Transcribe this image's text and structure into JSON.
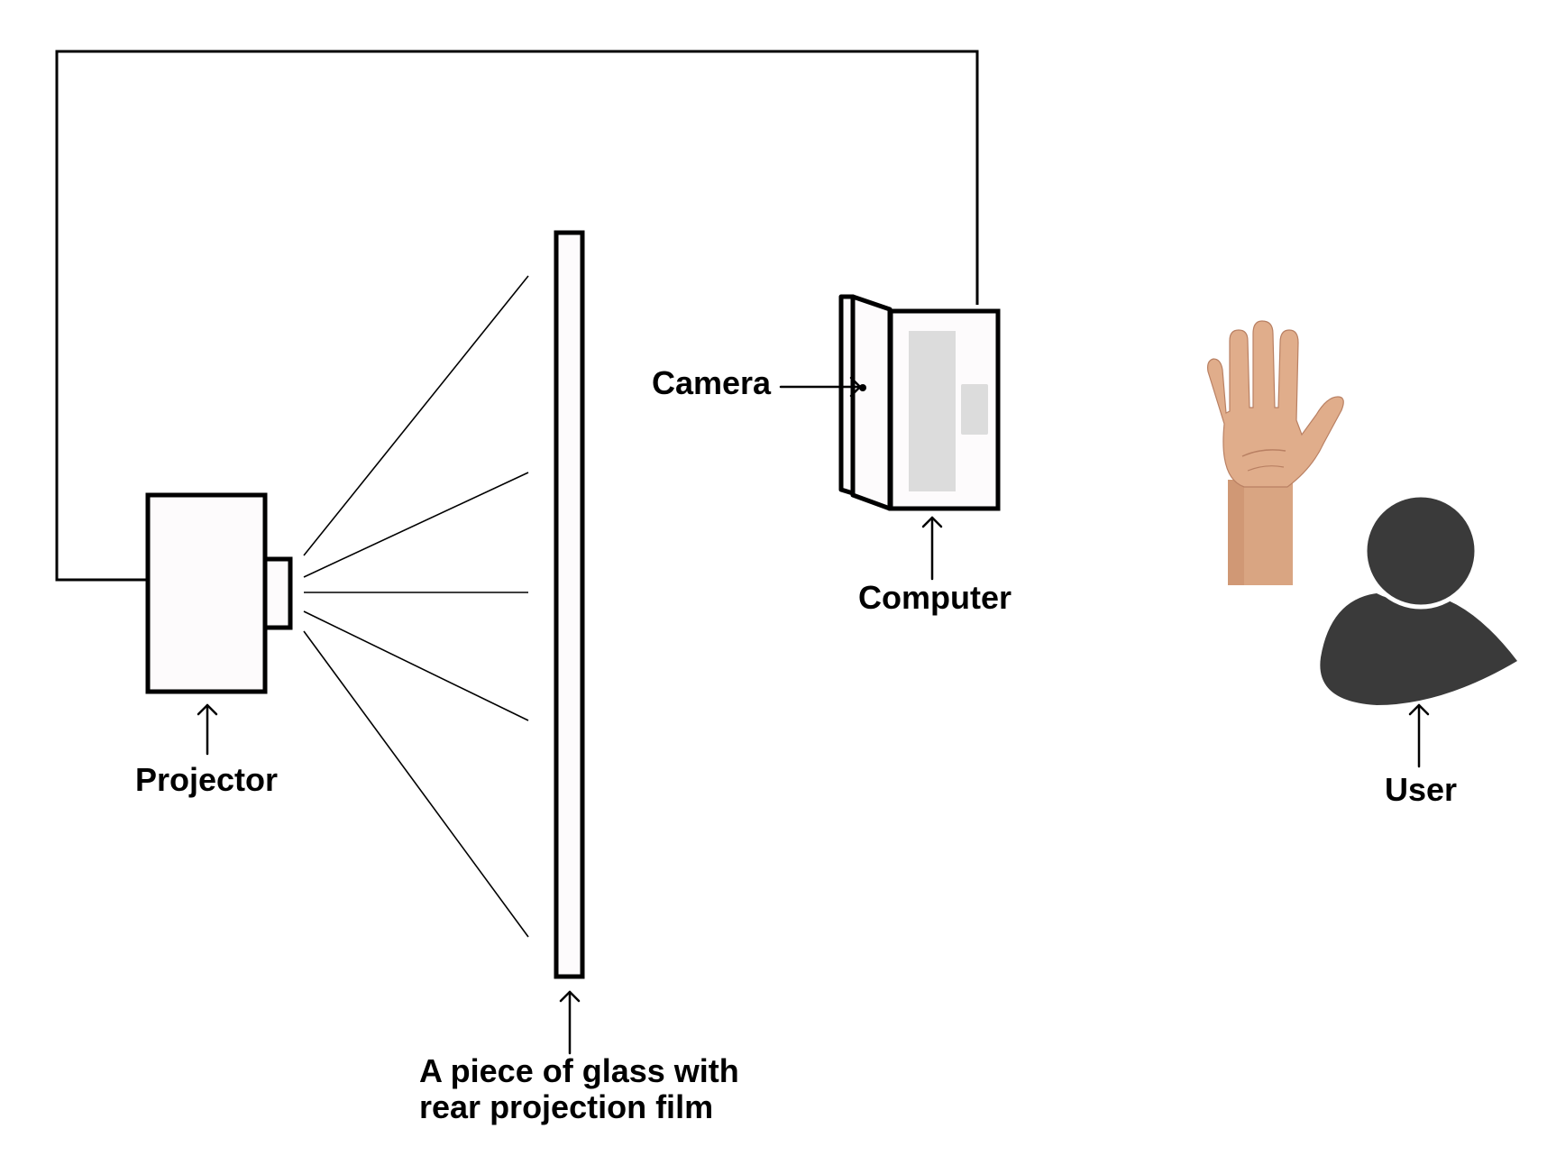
{
  "labels": {
    "projector": "Projector",
    "glass_line1": "A piece of glass with",
    "glass_line2": "rear projection film",
    "camera": "Camera",
    "computer": "Computer",
    "user": "User"
  },
  "colors": {
    "stroke": "#000000",
    "device_fill": "#fdfbfc",
    "screen_panel": "#dcdcdc",
    "user_icon": "#3a3a3a",
    "skin": "#d9a582"
  },
  "icons": [
    "hand-icon",
    "user-icon",
    "laptop-icon",
    "projector-icon"
  ]
}
